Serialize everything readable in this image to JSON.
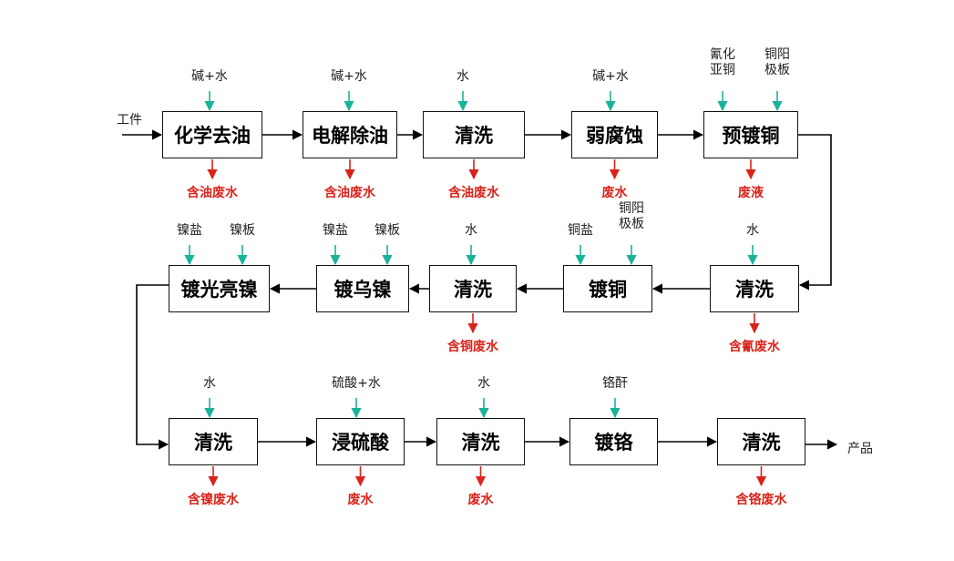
{
  "input_label": "工件",
  "output_label": "产品",
  "colors": {
    "input_arrow": "#19b39a",
    "output_arrow": "#d9241b",
    "flow": "#000000"
  },
  "rows": [
    {
      "steps": [
        {
          "label": "化学去油",
          "inputs": [
            "碱+水"
          ],
          "output": "含油废水"
        },
        {
          "label": "电解除油",
          "inputs": [
            "碱+水"
          ],
          "output": "含油废水"
        },
        {
          "label": "清洗",
          "inputs": [
            "水"
          ],
          "output": "含油废水"
        },
        {
          "label": "弱腐蚀",
          "inputs": [
            "碱+水"
          ],
          "output": "废水"
        },
        {
          "label": "预镀铜",
          "inputs": [
            "氰化\n亚铜",
            "铜阳\n极板"
          ],
          "output": "废液"
        }
      ]
    },
    {
      "steps": [
        {
          "label": "清洗",
          "inputs": [
            "水"
          ],
          "output": "含氰废水"
        },
        {
          "label": "镀铜",
          "inputs": [
            "铜盐",
            "铜阳\n极板"
          ],
          "output": ""
        },
        {
          "label": "清洗",
          "inputs": [
            "水"
          ],
          "output": "含铜废水"
        },
        {
          "label": "镀乌镍",
          "inputs": [
            "镍盐",
            "镍板"
          ],
          "output": ""
        },
        {
          "label": "镀光亮镍",
          "inputs": [
            "镍盐",
            "镍板"
          ],
          "output": ""
        }
      ]
    },
    {
      "steps": [
        {
          "label": "清洗",
          "inputs": [
            "水"
          ],
          "output": "含镍废水"
        },
        {
          "label": "浸硫酸",
          "inputs": [
            "硫酸+水"
          ],
          "output": "废水"
        },
        {
          "label": "清洗",
          "inputs": [
            "水"
          ],
          "output": "废水"
        },
        {
          "label": "镀铬",
          "inputs": [
            "铬酐"
          ],
          "output": ""
        },
        {
          "label": "清洗",
          "inputs": [],
          "output": "含铬废水"
        }
      ]
    }
  ]
}
